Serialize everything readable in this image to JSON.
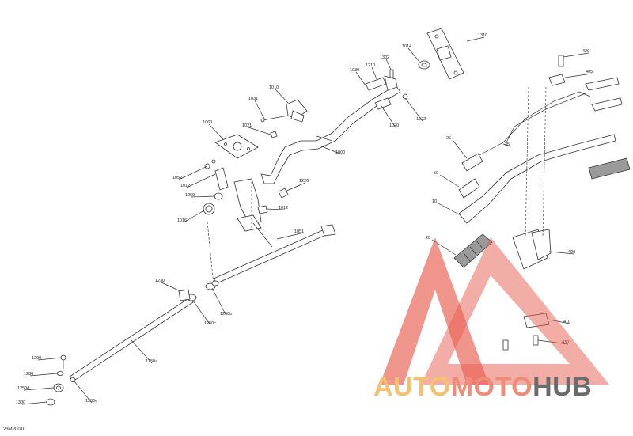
{
  "diagram_code": "23M20010",
  "labels": [
    {
      "id": "1310",
      "text": "1310"
    },
    {
      "id": "1014",
      "text": "1014"
    },
    {
      "id": "1302",
      "text": "1302"
    },
    {
      "id": "1210",
      "text": "1210"
    },
    {
      "id": "1030",
      "text": "1030"
    },
    {
      "id": "1022",
      "text": "1022"
    },
    {
      "id": "1020",
      "text": "1020"
    },
    {
      "id": "1010",
      "text": "1010"
    },
    {
      "id": "1031",
      "text": "1031"
    },
    {
      "id": "1021",
      "text": "1021"
    },
    {
      "id": "1060",
      "text": "1060"
    },
    {
      "id": "1000",
      "text": "1000"
    },
    {
      "id": "1052",
      "text": "1052"
    },
    {
      "id": "1012a",
      "text": "1012"
    },
    {
      "id": "1050",
      "text": "1050"
    },
    {
      "id": "1016",
      "text": "1016"
    },
    {
      "id": "1220",
      "text": "1220"
    },
    {
      "id": "1012b",
      "text": "1012"
    },
    {
      "id": "1051",
      "text": "1051"
    },
    {
      "id": "1230",
      "text": "1230"
    },
    {
      "id": "1250b",
      "text": "1250b"
    },
    {
      "id": "1250c",
      "text": "1250c"
    },
    {
      "id": "1250a",
      "text": "1250a"
    },
    {
      "id": "1290",
      "text": "1290"
    },
    {
      "id": "1280",
      "text": "1280"
    },
    {
      "id": "1250d",
      "text": "1250d"
    },
    {
      "id": "1300",
      "text": "1300"
    },
    {
      "id": "1250e",
      "text": "1250e"
    },
    {
      "id": "420",
      "text": "420"
    },
    {
      "id": "405",
      "text": "405"
    },
    {
      "id": "25",
      "text": "25"
    },
    {
      "id": "35",
      "text": "35"
    },
    {
      "id": "50",
      "text": "50"
    },
    {
      "id": "10",
      "text": "10"
    },
    {
      "id": "20",
      "text": "20"
    },
    {
      "id": "400",
      "text": "400"
    },
    {
      "id": "410",
      "text": "410"
    },
    {
      "id": "430",
      "text": "430"
    }
  ],
  "watermark": {
    "part1": "AUTO",
    "part2": "MOTO",
    "part3": "HUB",
    "colors": {
      "auto": "#f3c170",
      "moto": "#ef8b79",
      "hub": "#6b6b6b",
      "triangle": "#e85c4f"
    }
  }
}
